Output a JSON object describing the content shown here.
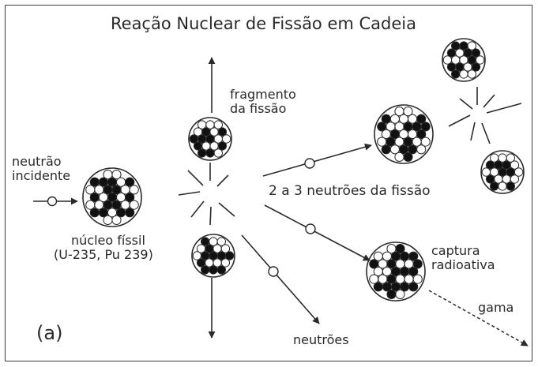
{
  "title": "Reação Nuclear de Fissão em Cadeia",
  "labels": {
    "incident_neutron": [
      "neutrão",
      "incidente"
    ],
    "fissile_nucleus": [
      "núcleo físsil",
      "(U-235, Pu 239)"
    ],
    "fission_fragment": [
      "fragmento",
      "da fissão"
    ],
    "fission_neutrons": "2 a 3 neutrões da fissão",
    "radiative_capture": [
      "captura",
      "radioativa"
    ],
    "gamma": "gama",
    "neutrons": "neutrões",
    "panel": "(a)"
  },
  "colors": {
    "ink": "#2a2a2a",
    "filled_nucleon": "#111111",
    "empty_nucleon": "#ffffff"
  }
}
